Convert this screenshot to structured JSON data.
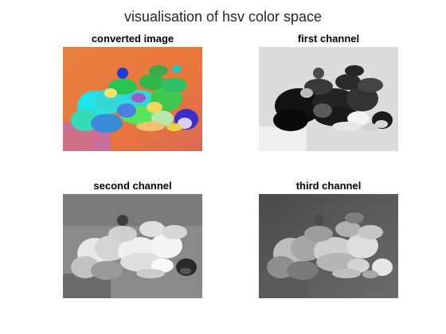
{
  "figure": {
    "title": "visualisation of hsv color space"
  },
  "subplots": [
    {
      "title": "converted image"
    },
    {
      "title": "first channel"
    },
    {
      "title": "second channel"
    },
    {
      "title": "third channel"
    }
  ]
}
